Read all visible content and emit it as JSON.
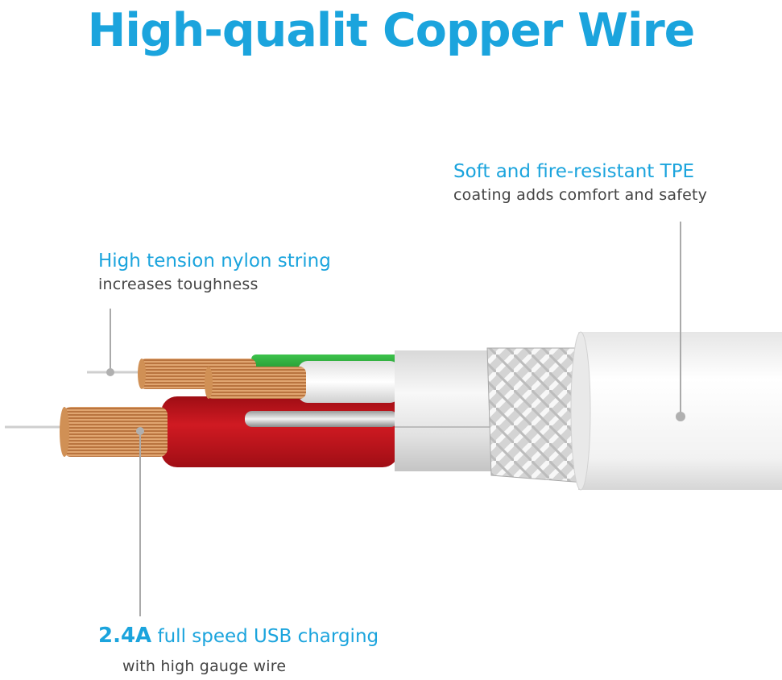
{
  "headline": "High-qualit Copper Wire",
  "callouts": {
    "tpe": {
      "title": "Soft and fire-resistant TPE",
      "subtitle": "coating adds comfort and safety"
    },
    "nylon": {
      "title": "High tension nylon string",
      "subtitle": "increases toughness"
    },
    "charging": {
      "title_strong": "2.4A",
      "title_rest": " full speed USB charging",
      "subtitle": "with high gauge wire"
    }
  },
  "colors": {
    "accent": "#1ba4dd",
    "text_gray": "#444444",
    "wire_red": "#c0141c",
    "wire_green": "#2aa83a",
    "copper": "#c98a52",
    "jacket_white": "#f4f4f4"
  }
}
